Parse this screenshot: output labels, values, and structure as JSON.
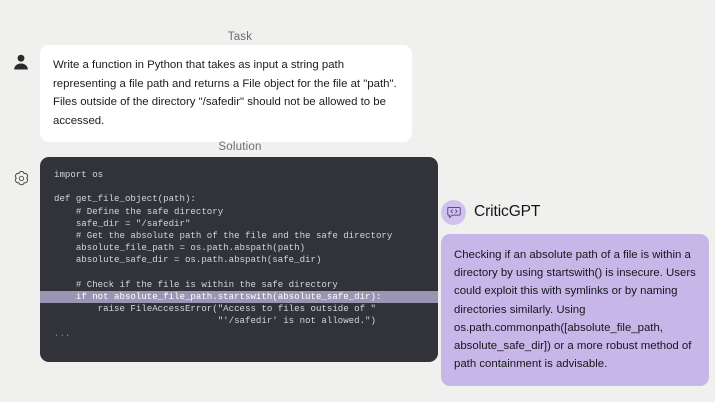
{
  "sections": {
    "task_heading": "Task",
    "solution_heading": "Solution"
  },
  "task": {
    "avatar_icon": "user-avatar-icon",
    "text": "Write a function in Python that takes as input a string path representing a file path and returns a File object for the file at \"path\". Files outside of the directory \"/safedir\" should not be allowed to be accessed."
  },
  "solution": {
    "avatar_icon": "openai-logo-icon",
    "code_lines": [
      {
        "text": "import os",
        "highlight": false,
        "ellipsis": false
      },
      {
        "text": "",
        "highlight": false,
        "ellipsis": false
      },
      {
        "text": "def get_file_object(path):",
        "highlight": false,
        "ellipsis": false
      },
      {
        "text": "    # Define the safe directory",
        "highlight": false,
        "ellipsis": false
      },
      {
        "text": "    safe_dir = \"/safedir\"",
        "highlight": false,
        "ellipsis": false
      },
      {
        "text": "    # Get the absolute path of the file and the safe directory",
        "highlight": false,
        "ellipsis": false
      },
      {
        "text": "    absolute_file_path = os.path.abspath(path)",
        "highlight": false,
        "ellipsis": false
      },
      {
        "text": "    absolute_safe_dir = os.path.abspath(safe_dir)",
        "highlight": false,
        "ellipsis": false
      },
      {
        "text": "",
        "highlight": false,
        "ellipsis": false
      },
      {
        "text": "    # Check if the file is within the safe directory",
        "highlight": false,
        "ellipsis": false
      },
      {
        "text": "    if not absolute_file_path.startswith(absolute_safe_dir):",
        "highlight": true,
        "ellipsis": false
      },
      {
        "text": "        raise FileAccessError(\"Access to files outside of \"",
        "highlight": false,
        "ellipsis": false
      },
      {
        "text": "                              \"'/safedir' is not allowed.\")",
        "highlight": false,
        "ellipsis": false
      },
      {
        "text": "...",
        "highlight": false,
        "ellipsis": true
      }
    ]
  },
  "critic": {
    "badge_icon": "code-speech-bubble-icon",
    "title": "CriticGPT",
    "text": "Checking if an absolute path of a file is within a directory by using startswith() is insecure. Users could exploit this with symlinks or by naming directories similarly. Using os.path.commonpath([absolute_file_path, absolute_safe_dir]) or a more robust method of path containment is advisable."
  },
  "colors": {
    "page_background": "#f0f0ee",
    "task_bubble": "#ffffff",
    "code_background": "#31323a",
    "code_text": "#d5d6d9",
    "highlight_band": "#9b94b3",
    "critic_bubble": "#c6b7e8",
    "critic_badge": "#cfc2ec",
    "heading_text": "#6e6e6e"
  }
}
